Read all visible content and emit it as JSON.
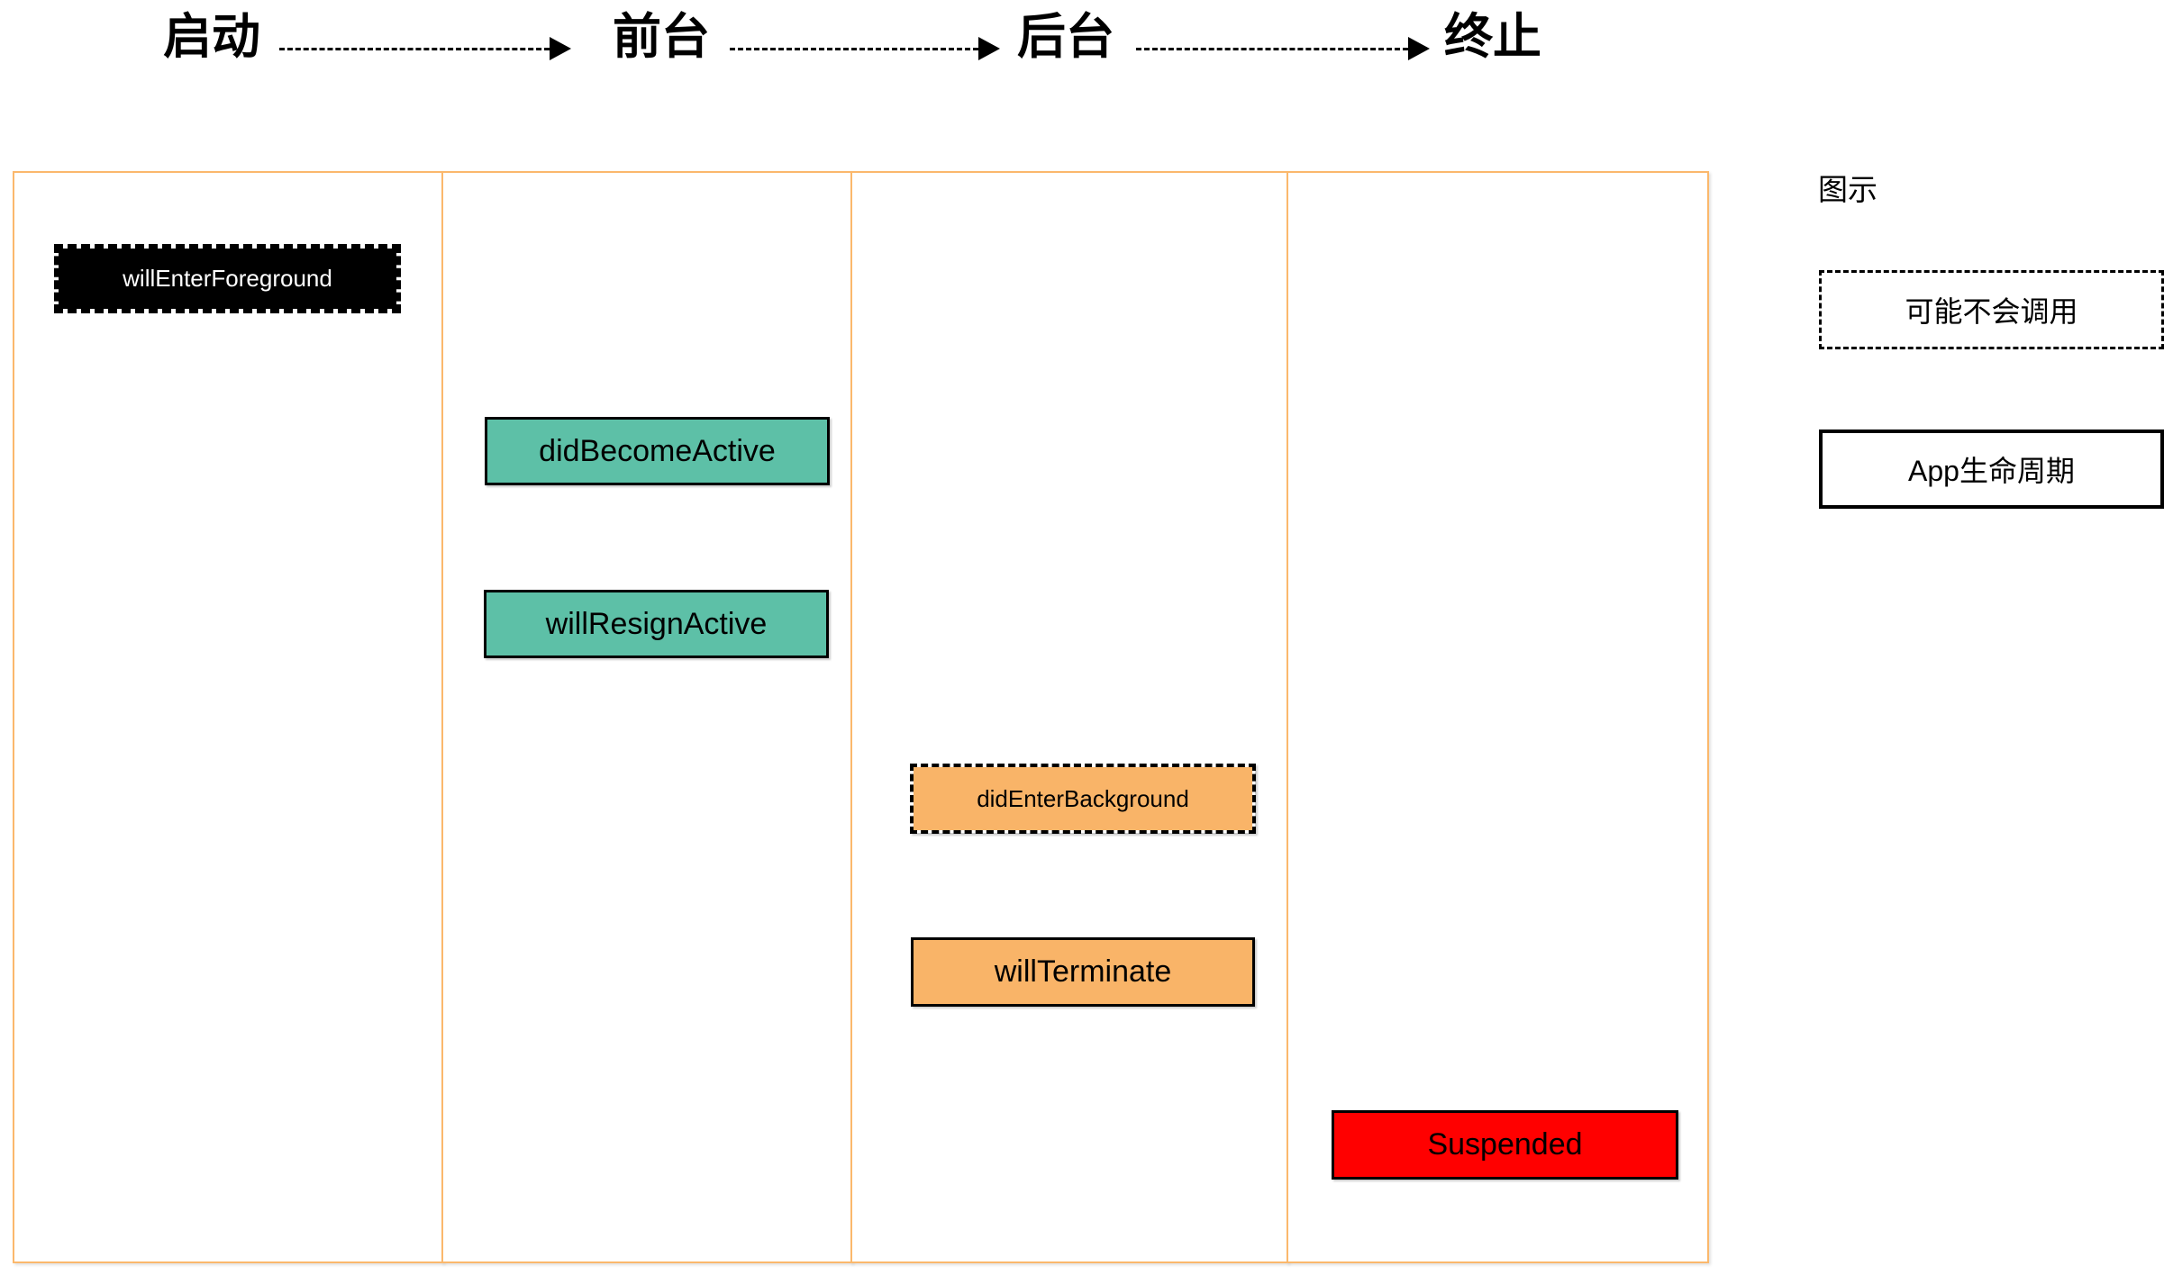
{
  "flow": {
    "stages": [
      {
        "label": "启动"
      },
      {
        "label": "前台"
      },
      {
        "label": "后台"
      },
      {
        "label": "终止"
      }
    ]
  },
  "events": {
    "will_enter_foreground": "willEnterForeground",
    "did_become_active": "didBecomeActive",
    "will_resign_active": "willResignActive",
    "did_enter_background": "didEnterBackground",
    "will_terminate": "willTerminate",
    "suspended": "Suspended"
  },
  "legend": {
    "title": "图示",
    "dashed_label": "可能不会调用",
    "solid_label": "App生命周期"
  },
  "colors": {
    "lane_border": "#FBB86C",
    "teal_fill": "#5DC0A7",
    "orange_fill": "#F9B468",
    "red_fill": "#FF0000",
    "black_fill": "#000000",
    "text": "#000000"
  }
}
